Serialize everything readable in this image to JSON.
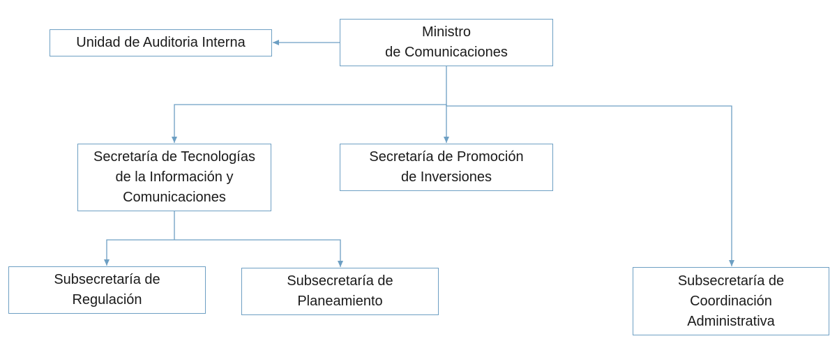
{
  "diagram": {
    "line_color": "#6d9fc3",
    "nodes": {
      "ministro": "Ministro\nde Comunicaciones",
      "auditoria": "Unidad de Auditoria Interna",
      "tic": "Secretaría de Tecnologías\nde la Información y\nComunicaciones",
      "promocion": "Secretaría de Promoción\nde Inversiones",
      "regulacion": "Subsecretaría de\nRegulación",
      "planeamiento": "Subsecretaría de\nPlaneamiento",
      "coordinacion": "Subsecretaría de\nCoordinación\nAdministrativa"
    },
    "edges": [
      {
        "from": "ministro",
        "to": "auditoria"
      },
      {
        "from": "ministro",
        "to": "tic"
      },
      {
        "from": "ministro",
        "to": "promocion"
      },
      {
        "from": "ministro",
        "to": "coordinacion"
      },
      {
        "from": "tic",
        "to": "regulacion"
      },
      {
        "from": "tic",
        "to": "planeamiento"
      }
    ]
  }
}
